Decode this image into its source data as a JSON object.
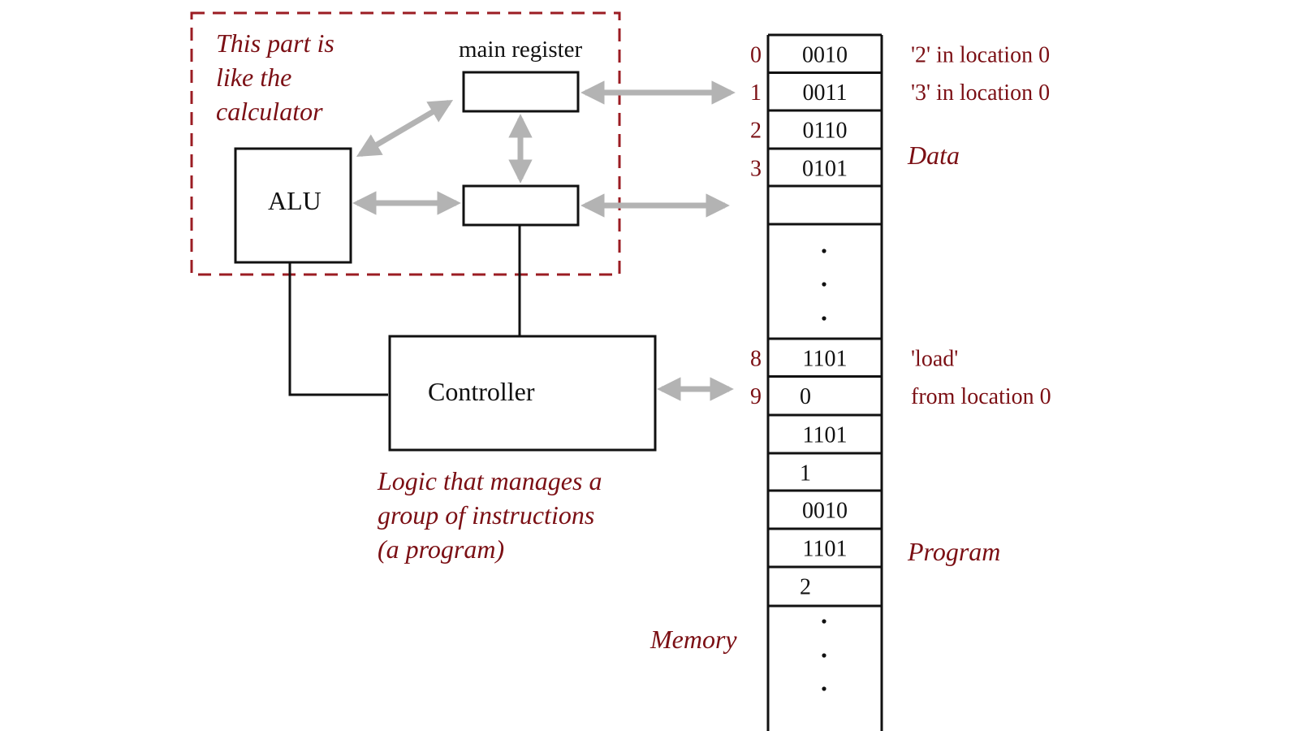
{
  "calculator_note": [
    "This part is",
    "like the",
    "calculator"
  ],
  "main_register_label": "main register",
  "alu_label": "ALU",
  "controller_label": "Controller",
  "controller_note": [
    "Logic that manages a",
    "group of instructions",
    "(a program)"
  ],
  "memory_label": "Memory",
  "data_label": "Data",
  "program_label": "Program",
  "memory_cells": [
    {
      "address": "0",
      "value": "0010",
      "annotation": "'2' in location 0"
    },
    {
      "address": "1",
      "value": "0011",
      "annotation": "'3' in location 0"
    },
    {
      "address": "2",
      "value": "0110",
      "annotation": ""
    },
    {
      "address": "3",
      "value": "0101",
      "annotation": ""
    },
    {
      "address": "",
      "value": "",
      "annotation": ""
    },
    {
      "address": "8",
      "value": "1101",
      "annotation": "'load'"
    },
    {
      "address": "9",
      "value": "0",
      "annotation": "from location 0"
    },
    {
      "address": "",
      "value": "1101",
      "annotation": ""
    },
    {
      "address": "",
      "value": "1",
      "annotation": ""
    },
    {
      "address": "",
      "value": "0010",
      "annotation": ""
    },
    {
      "address": "",
      "value": "1101",
      "annotation": ""
    },
    {
      "address": "",
      "value": "2",
      "annotation": ""
    }
  ],
  "colors": {
    "annotation": "#7b0f14",
    "dashed_border": "#9b1c23",
    "arrow": "#b3b3b3",
    "line": "#111111"
  }
}
